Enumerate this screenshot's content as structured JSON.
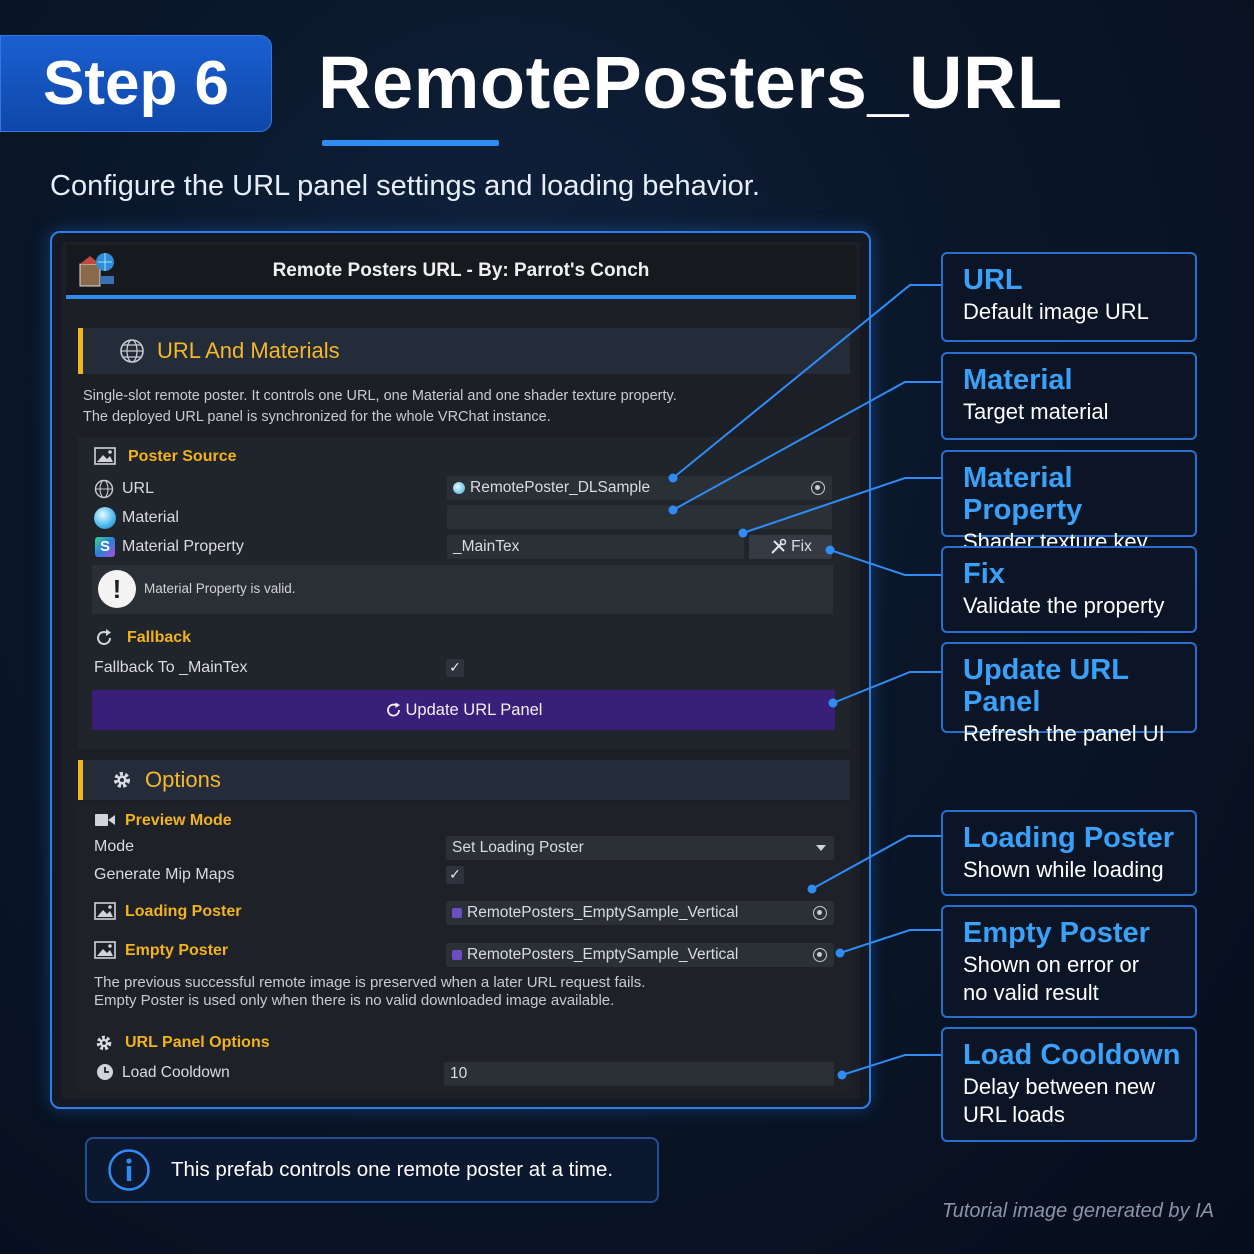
{
  "header": {
    "step_label": "Step 6",
    "title": "RemotePosters_URL",
    "subtitle": "Configure the URL panel settings and loading behavior."
  },
  "panel": {
    "title": "Remote Posters URL - By: Parrot's Conch",
    "url_section": {
      "title": "URL And Materials",
      "description_line1": "Single-slot remote poster. It controls one URL, one Material and one shader texture property.",
      "description_line2": "The deployed URL panel is synchronized for the whole VRChat instance.",
      "poster_source_label": "Poster Source",
      "rows": {
        "url_label": "URL",
        "url_value": "RemotePoster_DLSample",
        "material_label": "Material",
        "material_value": "",
        "material_property_label": "Material Property",
        "material_property_value": "_MainTex",
        "fix_label": "Fix"
      },
      "validation_message": "Material Property is valid.",
      "fallback_label": "Fallback",
      "fallback_to_label": "Fallback To _MainTex",
      "fallback_checked": true,
      "update_button_label": "Update URL Panel"
    },
    "options_section": {
      "title": "Options",
      "preview_mode_label": "Preview Mode",
      "mode_label": "Mode",
      "mode_value": "Set Loading Poster",
      "generate_mip_maps_label": "Generate Mip Maps",
      "generate_mip_maps_checked": true,
      "loading_poster_label": "Loading Poster",
      "loading_poster_value": "RemotePosters_EmptySample_Vertical",
      "empty_poster_label": "Empty Poster",
      "empty_poster_value": "RemotePosters_EmptySample_Vertical",
      "note_line1": "The previous successful remote image is preserved when a later URL request fails.",
      "note_line2": "Empty Poster is used only when there is no valid downloaded image available.",
      "url_panel_options_label": "URL Panel Options",
      "load_cooldown_label": "Load Cooldown",
      "load_cooldown_value": "10"
    }
  },
  "callouts": [
    {
      "title": "URL",
      "desc": "Default image URL"
    },
    {
      "title": "Material",
      "desc": "Target material"
    },
    {
      "title": "Material Property",
      "desc": "Shader texture key"
    },
    {
      "title": "Fix",
      "desc": "Validate the property"
    },
    {
      "title": "Update URL Panel",
      "desc": "Refresh the panel UI"
    },
    {
      "title": "Loading Poster",
      "desc": "Shown while loading"
    },
    {
      "title": "Empty Poster",
      "desc_line1": "Shown on error or",
      "desc_line2": "no valid result"
    },
    {
      "title": "Load Cooldown",
      "desc_line1": "Delay between new",
      "desc_line2": "URL loads"
    }
  ],
  "info_note": "This prefab controls one remote poster at a time.",
  "footer_note": "Tutorial image generated by IA",
  "colors": {
    "accent_blue": "#2f8cf5",
    "section_gold": "#f2b31c",
    "update_button": "#3a1f7a",
    "callout_title": "#3aa0f8"
  }
}
